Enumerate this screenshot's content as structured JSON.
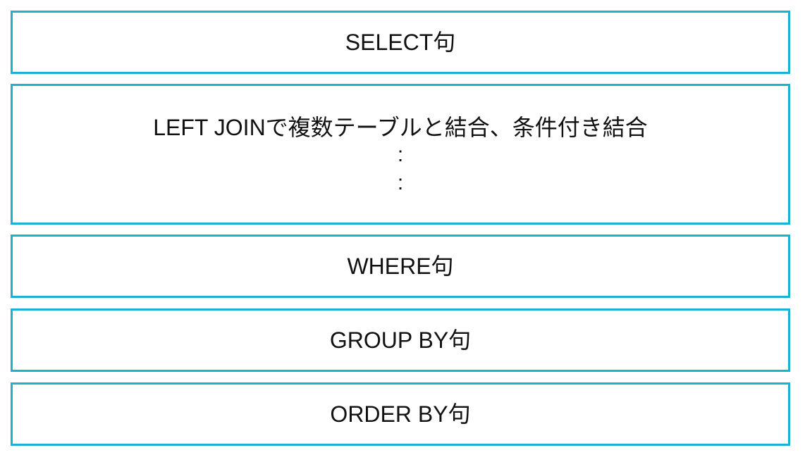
{
  "clauses": [
    {
      "label": "SELECT句"
    },
    {
      "label": "LEFT JOINで複数テーブルと結合、条件付き結合",
      "continuation": [
        ":",
        ":"
      ]
    },
    {
      "label": "WHERE句"
    },
    {
      "label": "GROUP BY句"
    },
    {
      "label": "ORDER BY句"
    }
  ],
  "colors": {
    "border": "#1ab3cf",
    "text": "#111111",
    "background": "#ffffff"
  }
}
